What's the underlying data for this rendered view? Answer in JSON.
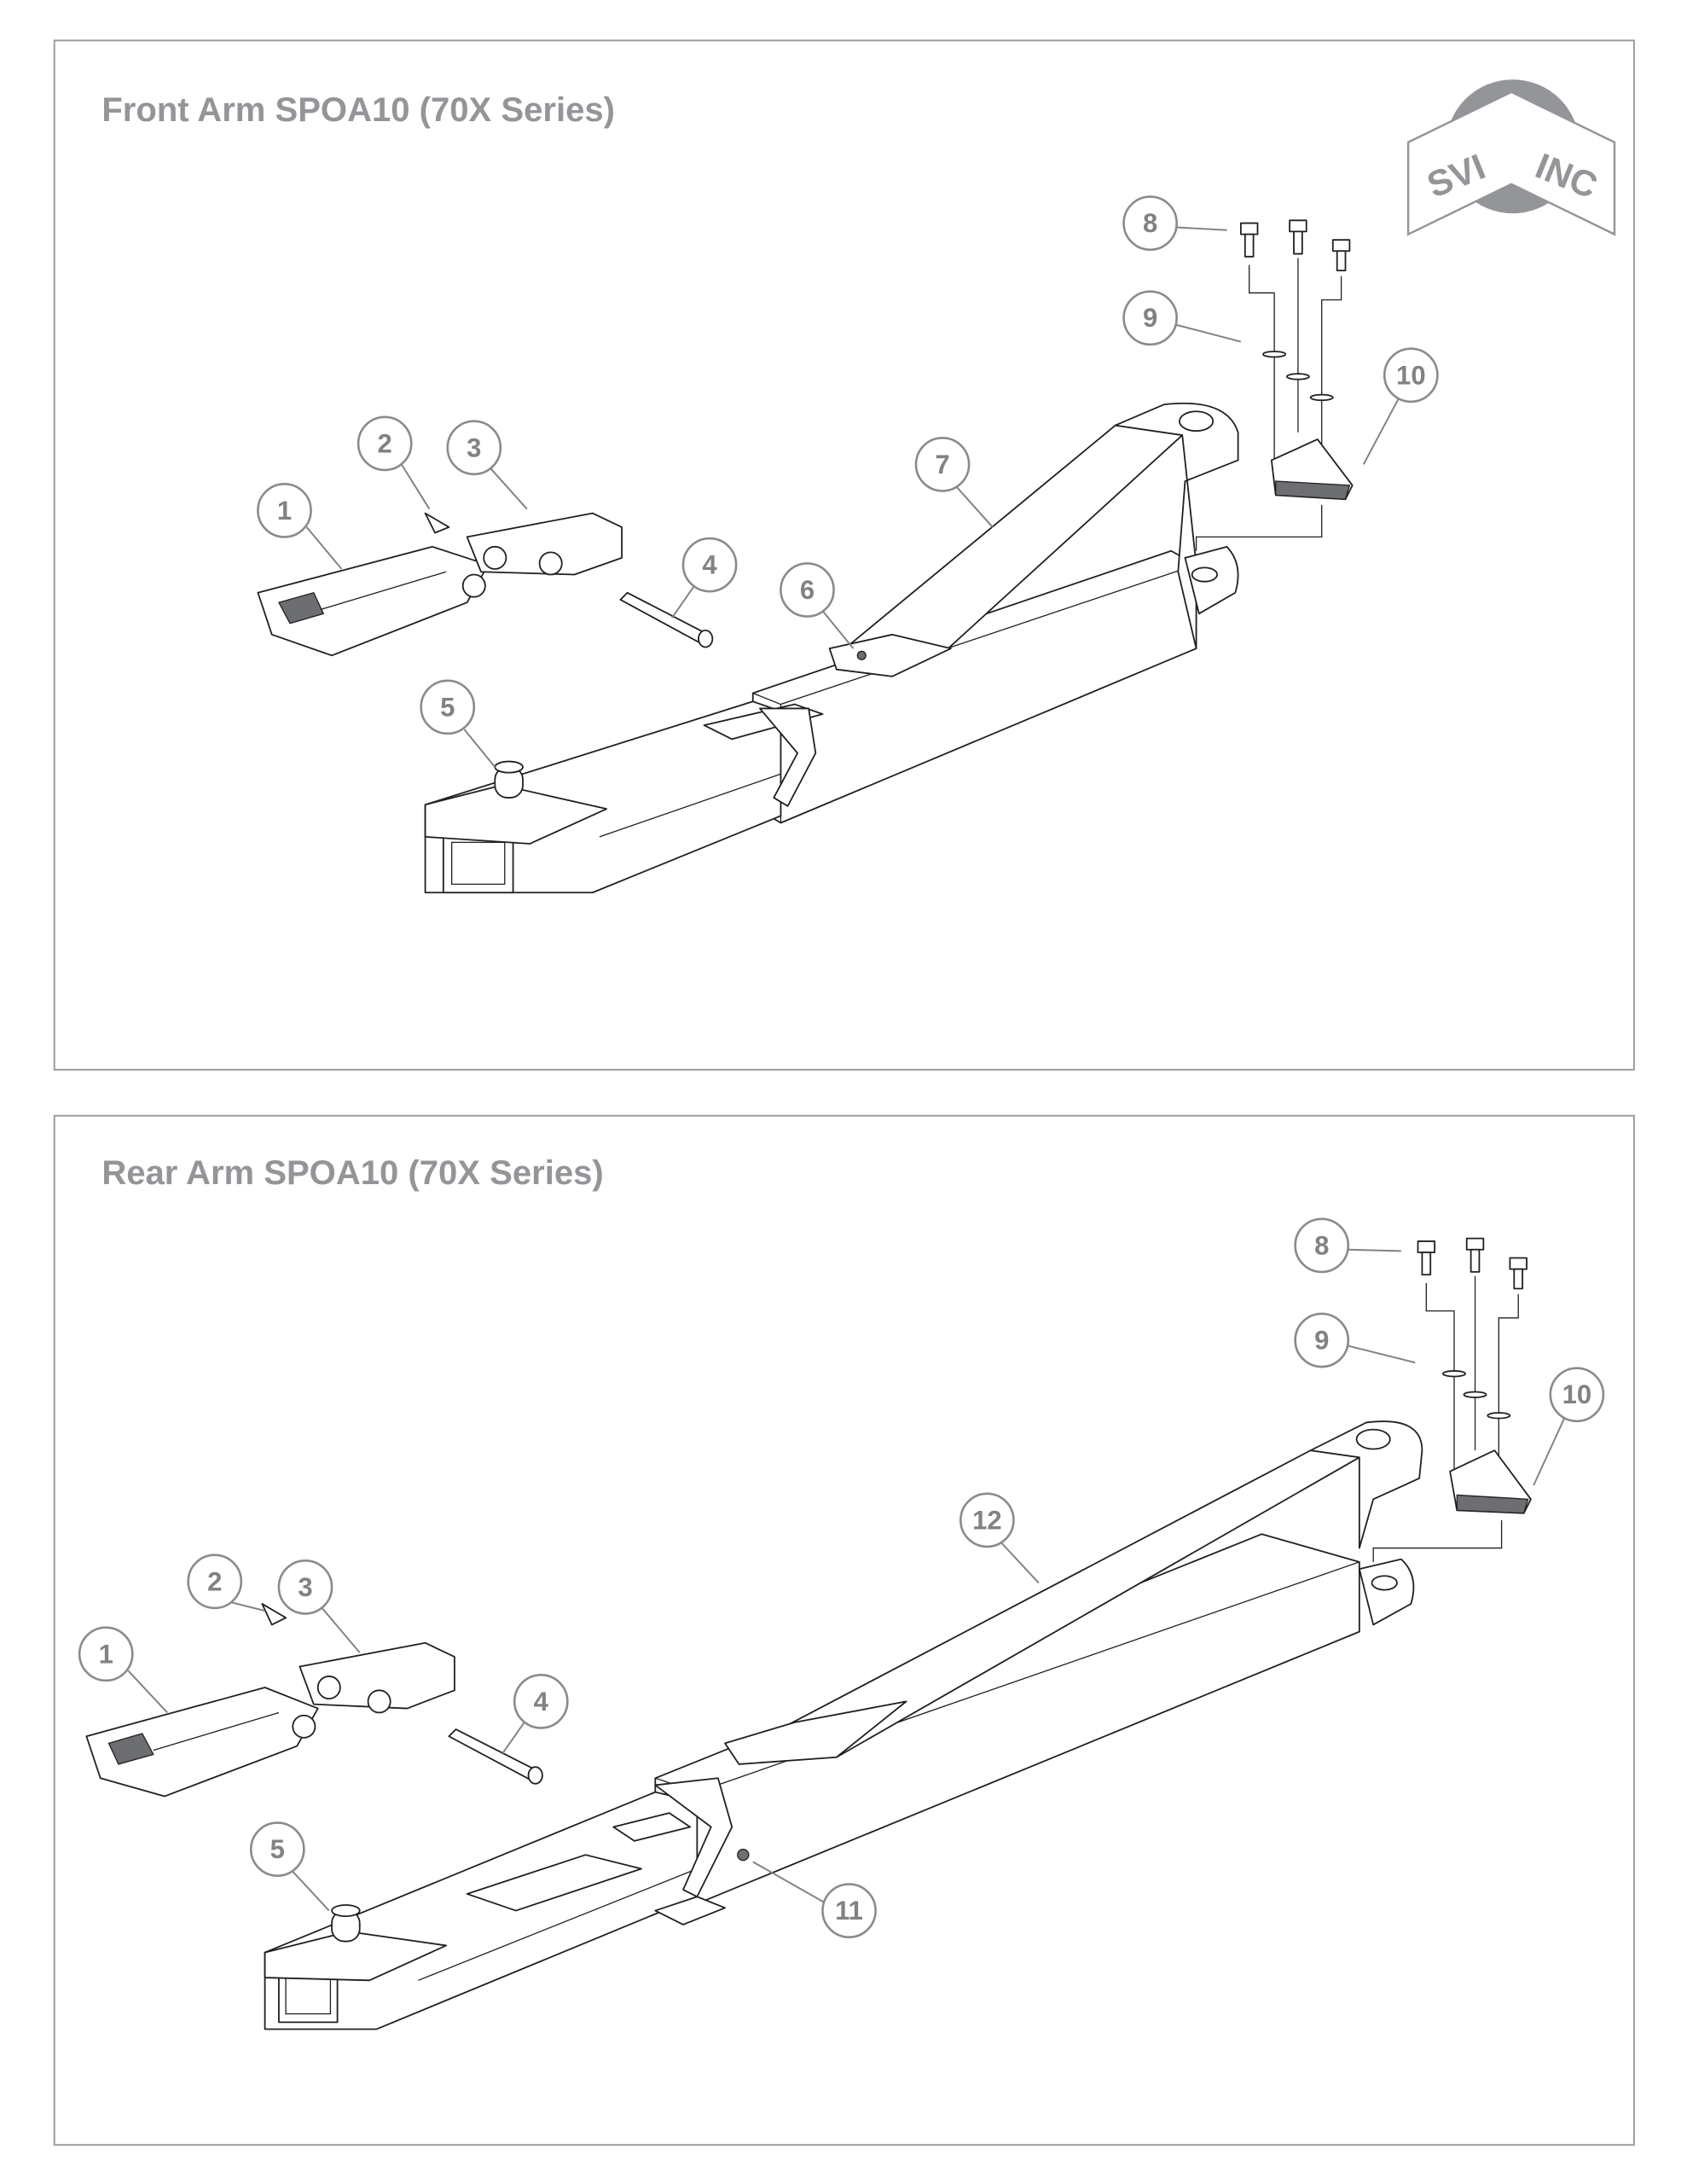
{
  "panels": [
    {
      "title": "Front Arm SPOA10 (70X Series)",
      "callouts": [
        "1",
        "2",
        "3",
        "4",
        "5",
        "6",
        "7",
        "8",
        "9",
        "10"
      ]
    },
    {
      "title": "Rear Arm SPOA10 (70X Series)",
      "callouts": [
        "8",
        "9",
        "10",
        "12",
        "2",
        "3",
        "1",
        "4",
        "5",
        "11"
      ]
    }
  ],
  "logo": {
    "text": "SVI INC",
    "color": "#939598"
  }
}
